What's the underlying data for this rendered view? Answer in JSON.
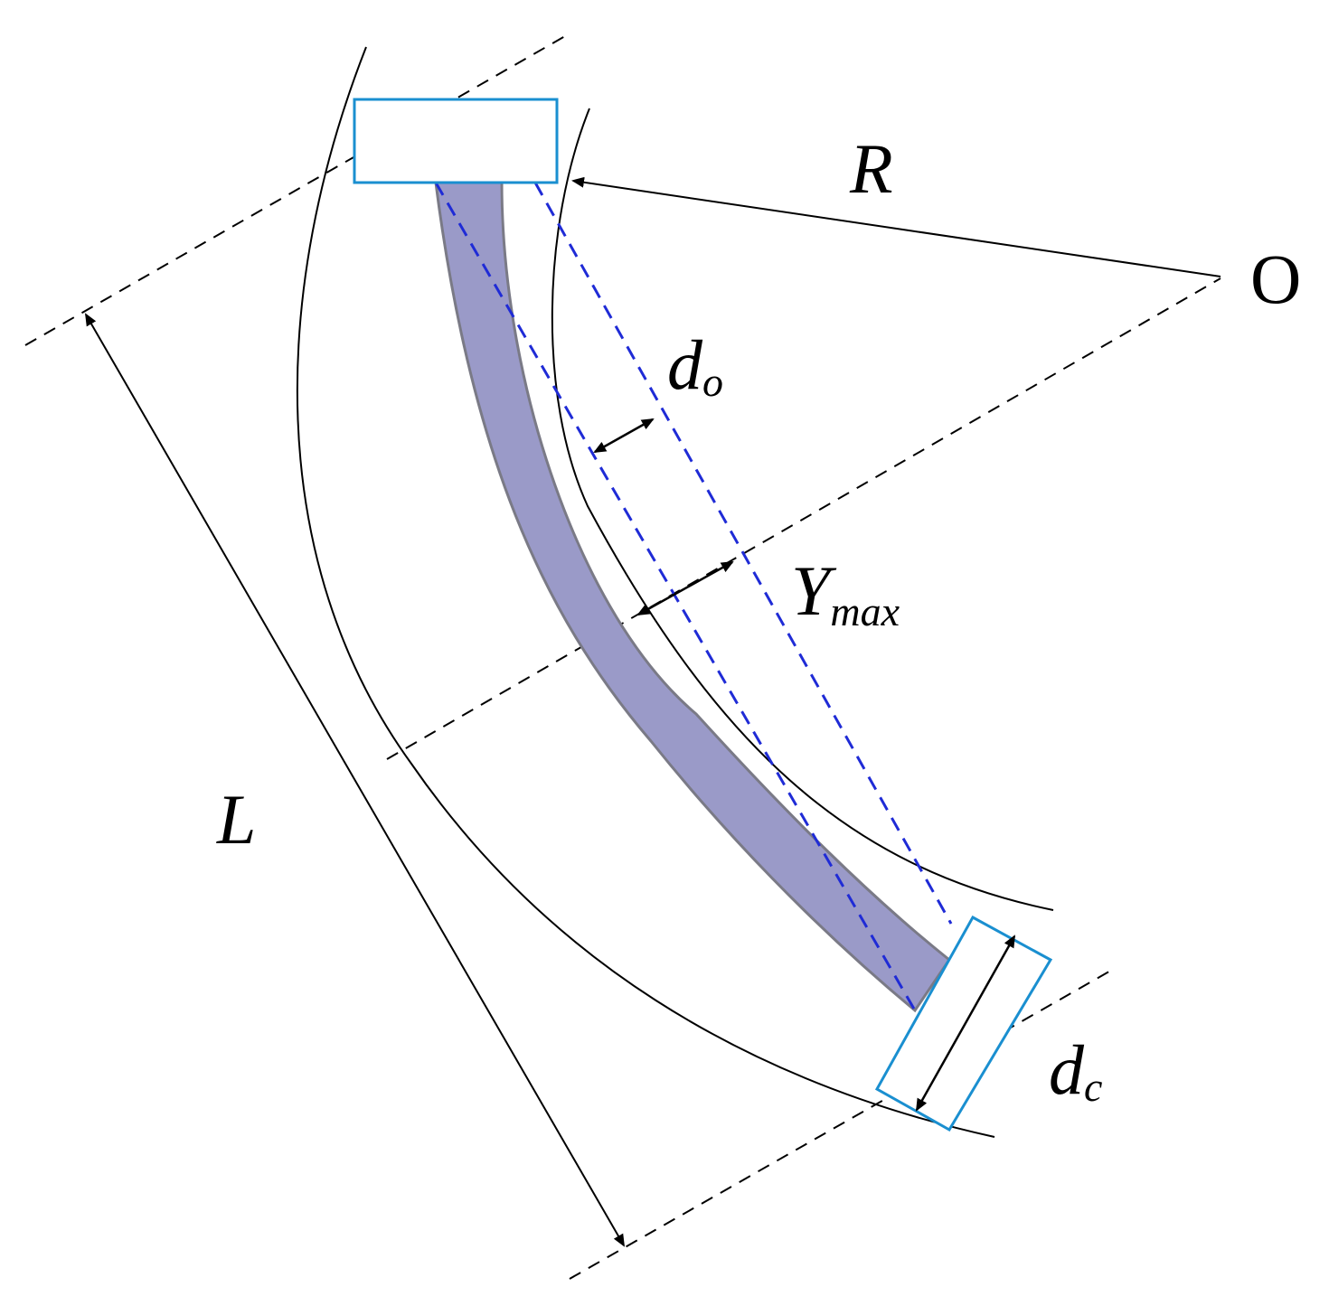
{
  "labels": {
    "R": "R",
    "O": "O",
    "L": "L",
    "d_o_main": "d",
    "d_o_sub": "o",
    "y_max_main": "Y",
    "y_max_sub": "max",
    "d_c_main": "d",
    "d_c_sub": "c"
  },
  "colors": {
    "line": "#000000",
    "dashed_blue": "#1f2bd6",
    "box_outline": "#1a8fd0",
    "band_fill": "#9a9ac8",
    "band_edge": "#7a7a86"
  }
}
